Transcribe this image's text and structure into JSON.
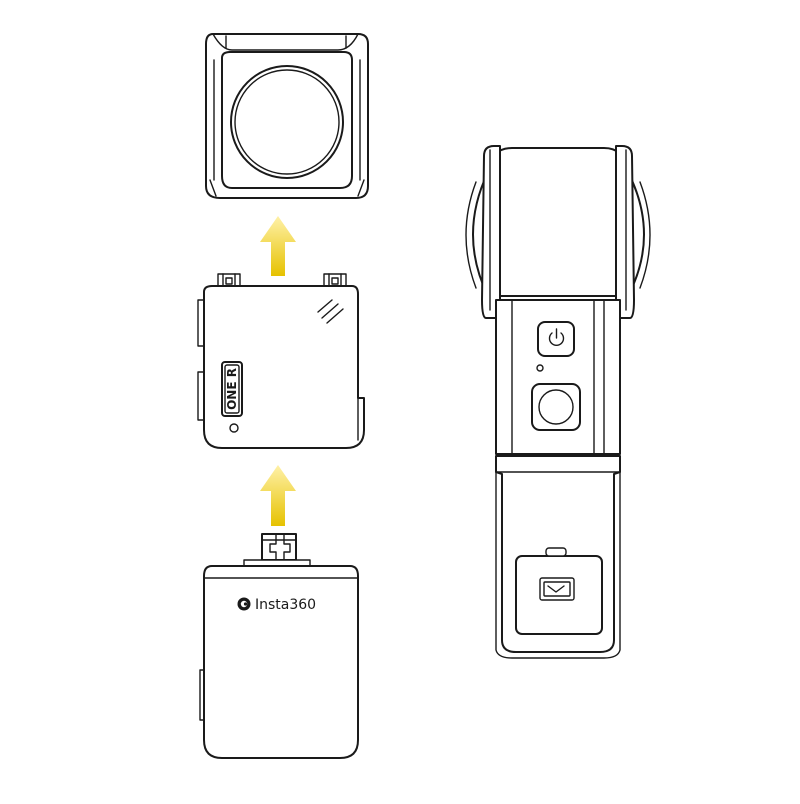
{
  "colors": {
    "line": "#1a1a1a",
    "background": "#ffffff",
    "arrow_top": "#fff1a8",
    "arrow_bottom": "#e6c200"
  },
  "core_module": {
    "logo_text": "ONE R"
  },
  "battery_base": {
    "brand_text": "Insta360",
    "brand_icon": "insta360-logo-icon"
  },
  "arrows": [
    {
      "name": "upward-arrow",
      "direction": "up"
    },
    {
      "name": "upward-arrow",
      "direction": "up"
    }
  ],
  "assembled_camera": {
    "icons": [
      "power-icon",
      "shutter-button",
      "usb-port-icon"
    ]
  }
}
